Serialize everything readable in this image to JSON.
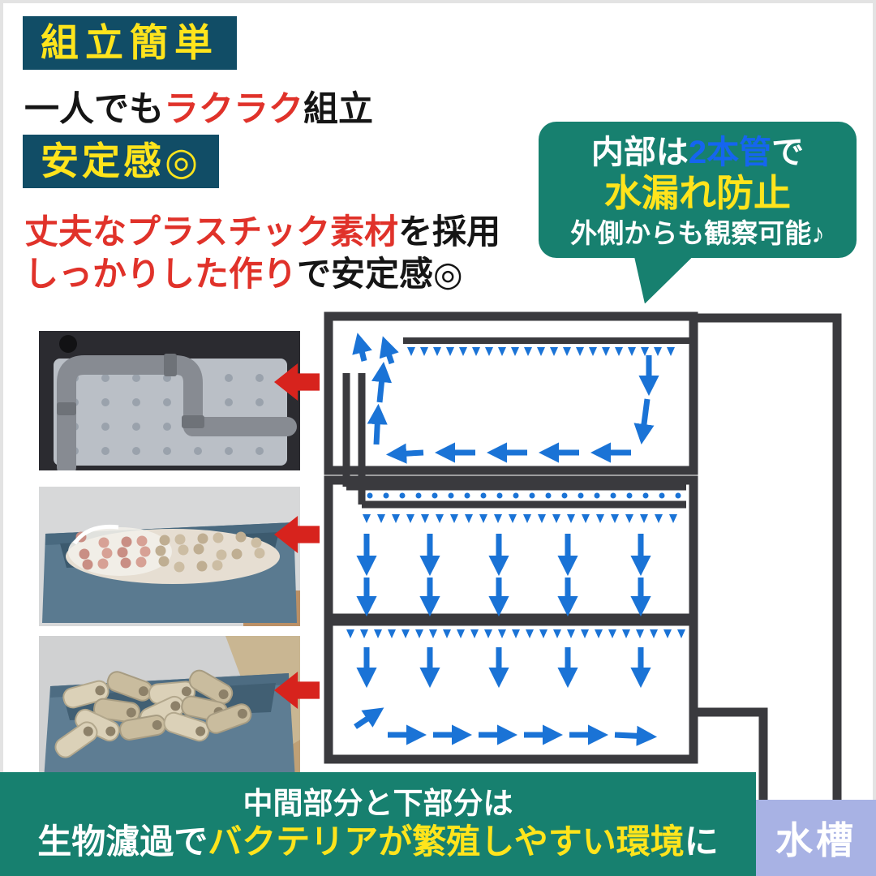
{
  "colors": {
    "teal": "#17806f",
    "badge_navy": "#114d66",
    "accent_yellow": "#ffe41c",
    "accent_red": "#e0322a",
    "arrow_red": "#d7231d",
    "flow_blue": "#1a73d6",
    "pipe_blue": "#1565f0",
    "aquarium_bg": "#a8b2e4",
    "structure_dark": "#3a3a3e"
  },
  "header": {
    "badge_assembly": "組立簡単",
    "assembly_pre": "一人でも",
    "assembly_highlight": "ラクラク",
    "assembly_post": "組立",
    "badge_stability": "安定感◎",
    "material_highlight": "丈夫なプラスチック素材",
    "material_post": "を採用",
    "build_highlight": "しっかりした作り",
    "build_post": "で安定感◎"
  },
  "bubble": {
    "line1_pre": "内部は",
    "line1_highlight": "2本管",
    "line1_post": "で",
    "line2": "水漏れ防止",
    "line3": "外側からも観察可能♪"
  },
  "banner": {
    "line1": "中間部分と下部分は",
    "line2_pre": "生物濾過で",
    "line2_highlight": "バクテリアが繁殖しやすい環境",
    "line2_post": "に"
  },
  "aquarium_label": "水槽",
  "photos": [
    {
      "name": "top-box-spray-pipes"
    },
    {
      "name": "middle-box-bio-media"
    },
    {
      "name": "bottom-box-coral-media"
    }
  ]
}
